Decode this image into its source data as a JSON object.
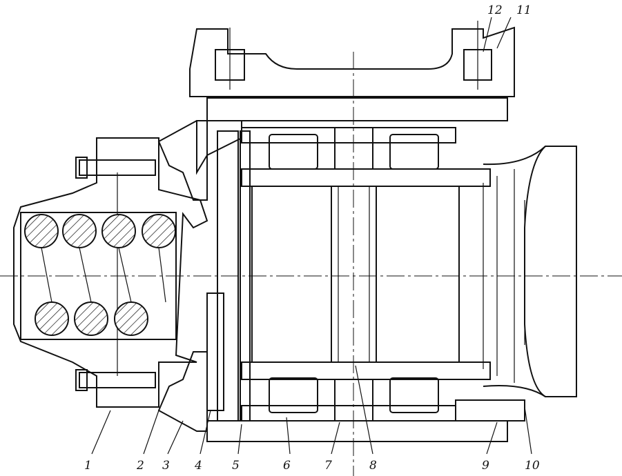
{
  "drawing": {
    "type": "technical-cross-section",
    "colors": {
      "ink": "#111111",
      "paper": "#ffffff"
    }
  },
  "callouts": [
    {
      "id": "1",
      "text": "1"
    },
    {
      "id": "2",
      "text": "2"
    },
    {
      "id": "3",
      "text": "3"
    },
    {
      "id": "4",
      "text": "4"
    },
    {
      "id": "5",
      "text": "5"
    },
    {
      "id": "6",
      "text": "6"
    },
    {
      "id": "7",
      "text": "7"
    },
    {
      "id": "8",
      "text": "8"
    },
    {
      "id": "9",
      "text": "9"
    },
    {
      "id": "10",
      "text": "10"
    },
    {
      "id": "11",
      "text": "11"
    },
    {
      "id": "12",
      "text": "12"
    }
  ]
}
